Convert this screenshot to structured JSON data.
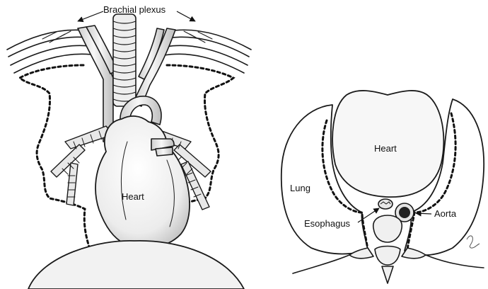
{
  "panel_left": {
    "labels": {
      "brachial_plexus": "Brachial plexus",
      "heart": "Heart"
    }
  },
  "panel_right": {
    "labels": {
      "heart": "Heart",
      "lung": "Lung",
      "esophagus": "Esophagus",
      "aorta": "Aorta"
    }
  },
  "colors": {
    "line": "#1a1a1a",
    "fill_light": "#f4f4f4",
    "fill_shade": "#d9d9d9",
    "background": "#ffffff"
  }
}
